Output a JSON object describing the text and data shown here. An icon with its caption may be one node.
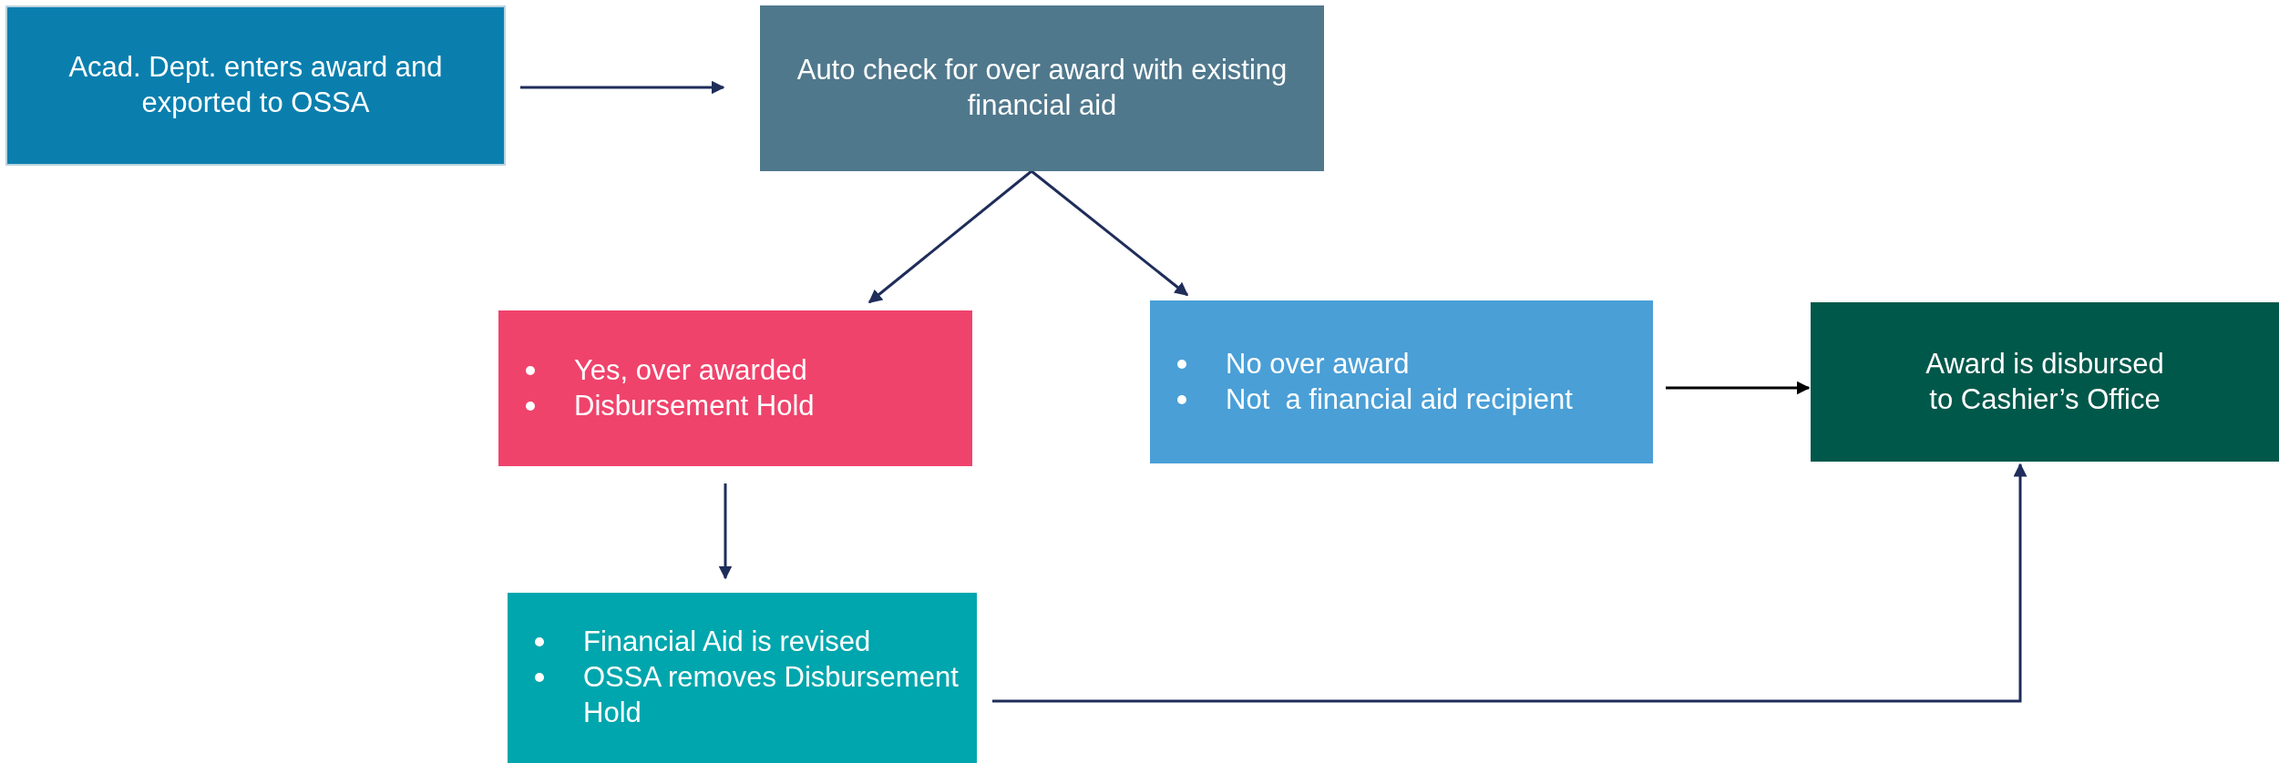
{
  "diagram": {
    "nodes": [
      {
        "text": [
          "Acad. Dept. enters award and exported to OSSA"
        ]
      },
      {
        "text": [
          "Auto check for over award with existing financial aid"
        ]
      },
      {
        "text": [
          "Yes, over awarded",
          "Disbursement Hold"
        ]
      },
      {
        "text": [
          "No over award",
          "Not  a financial aid recipient"
        ]
      },
      {
        "text": [
          "Award is disbursed to Cashier’s Office"
        ]
      },
      {
        "text": [
          "Financial Aid is revised",
          "OSSA removes Disbursement Hold"
        ]
      }
    ],
    "edges": [
      {
        "from": 0,
        "to": 1,
        "arrow": "to"
      },
      {
        "from": 1,
        "to": 2,
        "arrow": "to"
      },
      {
        "from": 1,
        "to": 3,
        "arrow": "to"
      },
      {
        "from": 2,
        "to": 5,
        "arrow": "to"
      },
      {
        "from": 3,
        "to": 4,
        "arrow": "to",
        "color": "#000000"
      },
      {
        "from": 5,
        "to": 4,
        "arrow": "to"
      }
    ]
  }
}
